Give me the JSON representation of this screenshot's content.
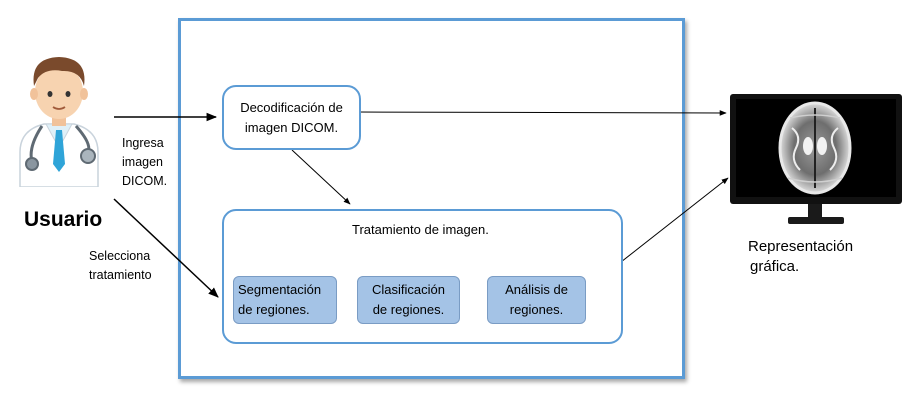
{
  "user": {
    "label": "Usuario",
    "icon": "doctor-icon"
  },
  "edges": {
    "ingresa_line1": "Ingresa",
    "ingresa_line2": "imagen",
    "ingresa_line3": "DICOM.",
    "selecciona_line1": "Selecciona",
    "selecciona_line2": "tratamiento"
  },
  "decode": {
    "line1": "Decodificación de",
    "line2": "imagen DICOM."
  },
  "processing": {
    "title": "Tratamiento de imagen.",
    "steps": [
      {
        "line1": "Segmentación",
        "line2": "de regiones."
      },
      {
        "line1": "Clasificación",
        "line2": "de regiones."
      },
      {
        "line1": "Análisis de",
        "line2": "regiones."
      }
    ]
  },
  "output": {
    "line1": "Representación",
    "line2": "gráfica.",
    "icon": "monitor-brain-scan-icon"
  },
  "colors": {
    "box_border": "#5b9bd5",
    "step_fill": "#a4c3e6"
  }
}
